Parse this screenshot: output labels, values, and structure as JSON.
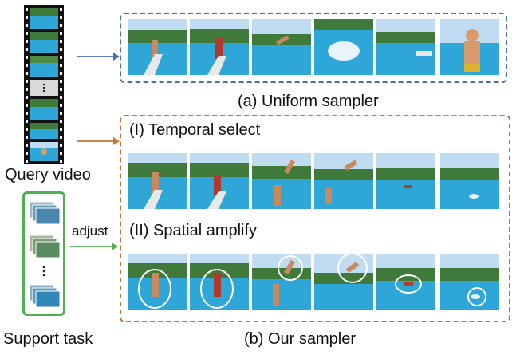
{
  "labels": {
    "query_video": "Query video",
    "support_task": "Support task",
    "adjust": "adjust",
    "uniform_sampler": "(a) Uniform sampler",
    "temporal_select": "(I) Temporal select",
    "spatial_amplify": "(II) Spatial amplify",
    "our_sampler": "(b) Our sampler"
  },
  "colors": {
    "uniform_accent": "#4a6fb5",
    "our_accent": "#c4753a",
    "support_accent": "#4fb04f",
    "pool_water": "#2fa6d8",
    "trees": "#3f7a3a",
    "sky": "#bfdcf2"
  }
}
